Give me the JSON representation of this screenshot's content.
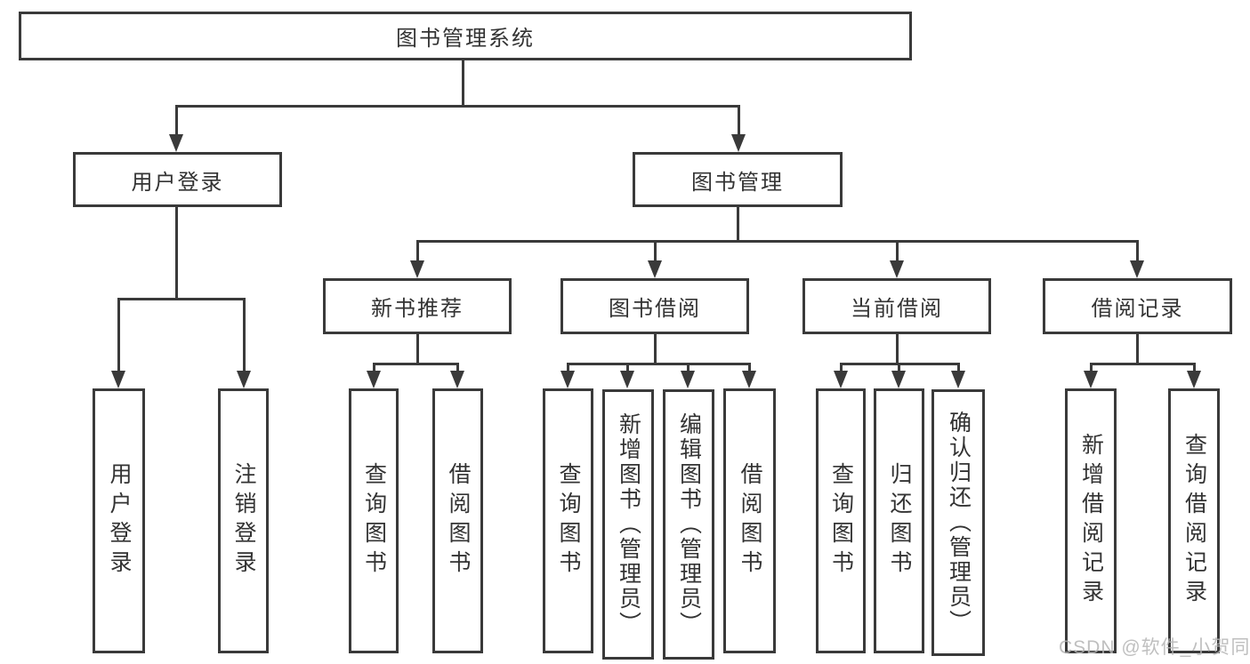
{
  "diagram_type": "hierarchy-tree",
  "colors": {
    "line": "#3a3a3a",
    "text": "#333333",
    "background": "#ffffff",
    "watermark": "#b4b4b4"
  },
  "watermark": "CSDN @软件_小贺同学",
  "tree": {
    "label": "图书管理系统",
    "children": [
      {
        "label": "用户登录",
        "children": [
          {
            "label": "用户登录"
          },
          {
            "label": "注销登录"
          }
        ]
      },
      {
        "label": "图书管理",
        "children": [
          {
            "label": "新书推荐",
            "children": [
              {
                "label": "查询图书"
              },
              {
                "label": "借阅图书"
              }
            ]
          },
          {
            "label": "图书借阅",
            "children": [
              {
                "label": "查询图书"
              },
              {
                "label": "新增图书（管理员）"
              },
              {
                "label": "编辑图书（管理员）"
              },
              {
                "label": "借阅图书"
              }
            ]
          },
          {
            "label": "当前借阅",
            "children": [
              {
                "label": "查询图书"
              },
              {
                "label": "归还图书"
              },
              {
                "label": "确认归还（管理员）"
              }
            ]
          },
          {
            "label": "借阅记录",
            "children": [
              {
                "label": "新增借阅记录"
              },
              {
                "label": "查询借阅记录"
              }
            ]
          }
        ]
      }
    ]
  }
}
